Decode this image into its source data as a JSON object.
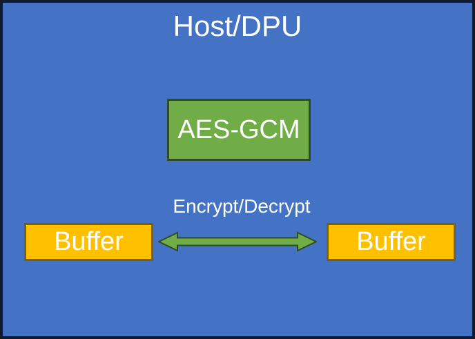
{
  "diagram": {
    "title": "Host/DPU",
    "aes_block": {
      "label": "AES-GCM"
    },
    "arrow": {
      "label": "Encrypt/Decrypt",
      "type": "bidirectional-horizontal"
    },
    "buffers": [
      {
        "label": "Buffer",
        "side": "left"
      },
      {
        "label": "Buffer",
        "side": "right"
      }
    ],
    "colors": {
      "background": "#4472C4",
      "outer_border": "#121A2E",
      "block_green_fill": "#70AD47",
      "block_green_border": "#2F4D20",
      "buffer_fill": "#FFC000",
      "buffer_border": "#7F6000",
      "arrow_fill": "#70AD47",
      "arrow_border": "#2F4D20",
      "text": "#FFFFFF"
    }
  }
}
